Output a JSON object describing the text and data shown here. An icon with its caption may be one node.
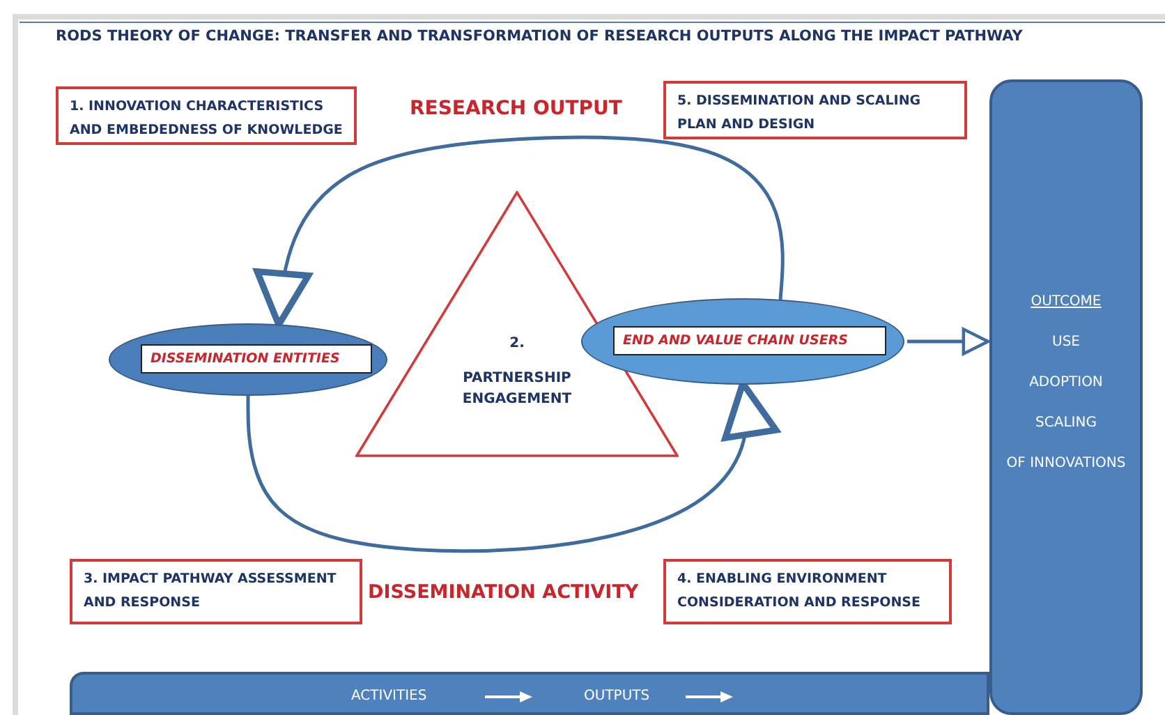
{
  "diagram": {
    "title": "RODS THEORY OF CHANGE:  TRANSFER AND TRANSFORMATION OF RESEARCH OUTPUTS ALONG THE IMPACT PATHWAY",
    "nodes": [
      {
        "text": [
          "1. INNOVATION CHARACTERISTICS AND EMBEDEDNESS OF KNOWLEDGE"
        ]
      },
      {
        "text": [
          "5. DISSEMINATION AND SCALING PLAN AND DESIGN"
        ]
      },
      {
        "text": [
          "OUTCOME",
          "USE",
          "ADOPTION",
          "SCALING",
          "OF INNOVATIONS"
        ]
      },
      {
        "text": [
          "DISSEMINATION ENTITIES"
        ]
      },
      {
        "text": [
          "2.",
          "PARTNERSHIP ENGAGEMENT"
        ]
      },
      {
        "text": [
          "END AND VALUE CHAIN USERS"
        ]
      },
      {
        "text": [
          "3. IMPACT PATHWAY ASSESSMENT AND RESPONSE"
        ]
      },
      {
        "text": [
          "4. ENABLING ENVIRONMENT CONSIDERATION AND RESPONSE"
        ]
      },
      {
        "text": [
          "ACTIVITIES",
          "OUTPUTS"
        ]
      }
    ],
    "edges": [
      {
        "from": 5,
        "to": 3,
        "arrow": "to"
      },
      {
        "from": 3,
        "to": 5,
        "arrow": "to"
      },
      {
        "from": 5,
        "to": 2,
        "arrow": "to"
      }
    ],
    "labels": [
      "RESEARCH OUTPUT",
      "DISSEMINATION ACTIVITY"
    ]
  }
}
